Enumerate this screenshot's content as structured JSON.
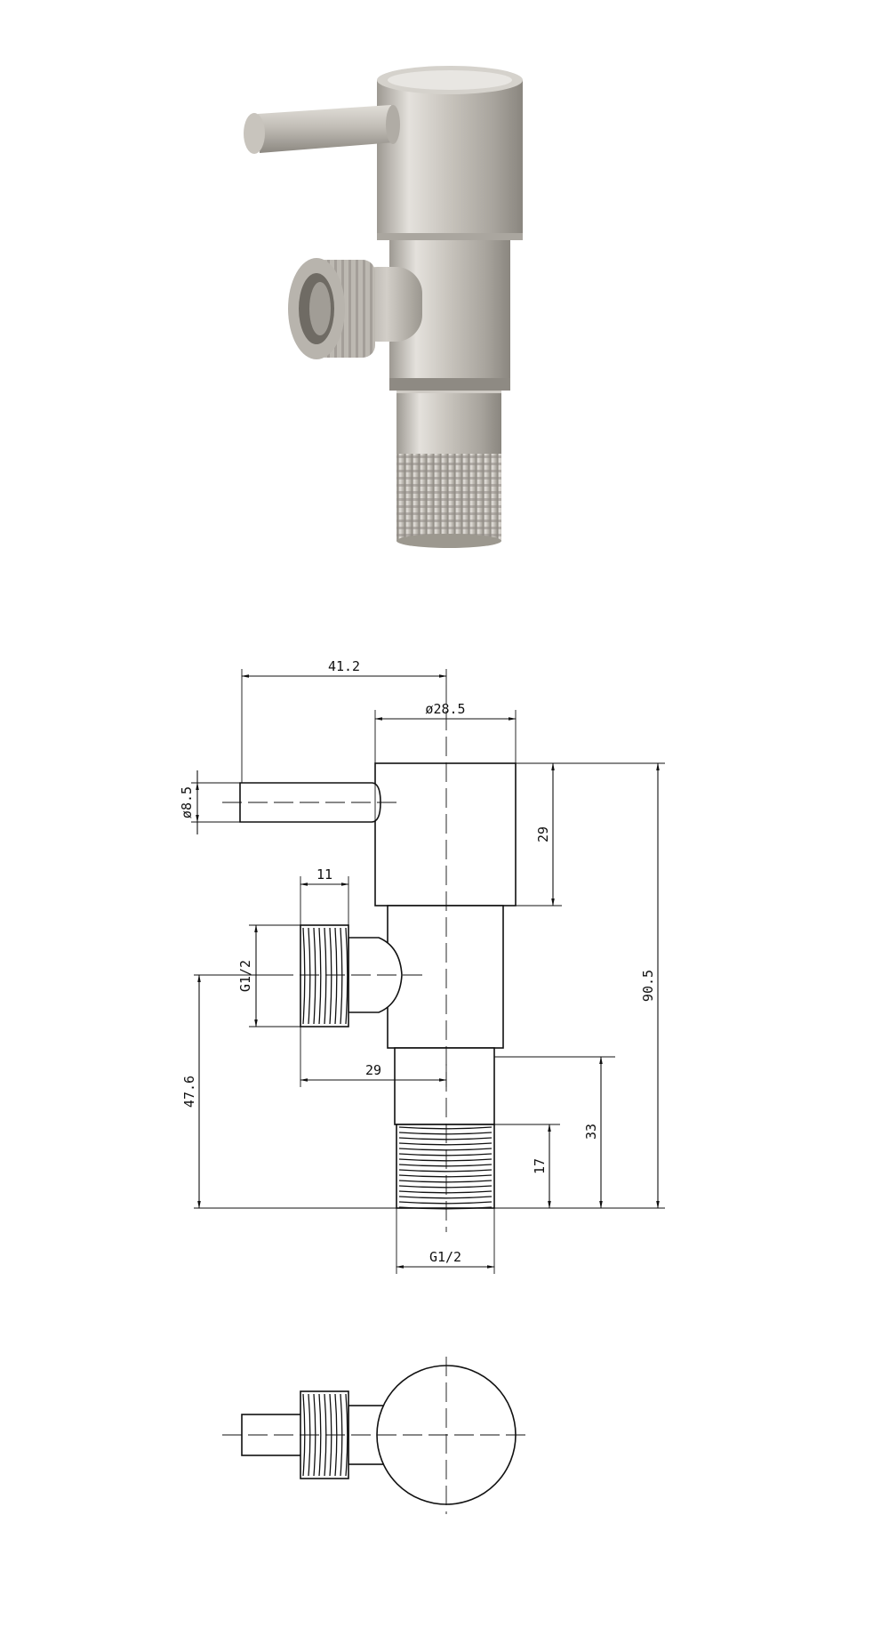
{
  "colors": {
    "line": "#111111",
    "background": "#ffffff",
    "metal_light": "#d9d6d1",
    "metal_mid": "#b9b5ae",
    "metal_dark": "#8e8a83"
  },
  "render": {
    "title": "Angle valve product render",
    "component_names": [
      "valve-body-cylinder",
      "valve-cap",
      "lever-handle",
      "side-outlet-thread",
      "bottom-inlet-thread"
    ]
  },
  "dimensions": {
    "handle_reach": "41.2",
    "cap_diameter": "ø28.5",
    "handle_diameter": "ø8.5",
    "cap_height": "29",
    "outlet_thread_length": "11",
    "outlet_thread": "G1/2",
    "outlet_offset": "29",
    "total_height": "90.5",
    "outlet_height": "47.6",
    "inlet_height": "33",
    "inlet_thread_length": "17",
    "inlet_thread": "G1/2"
  }
}
